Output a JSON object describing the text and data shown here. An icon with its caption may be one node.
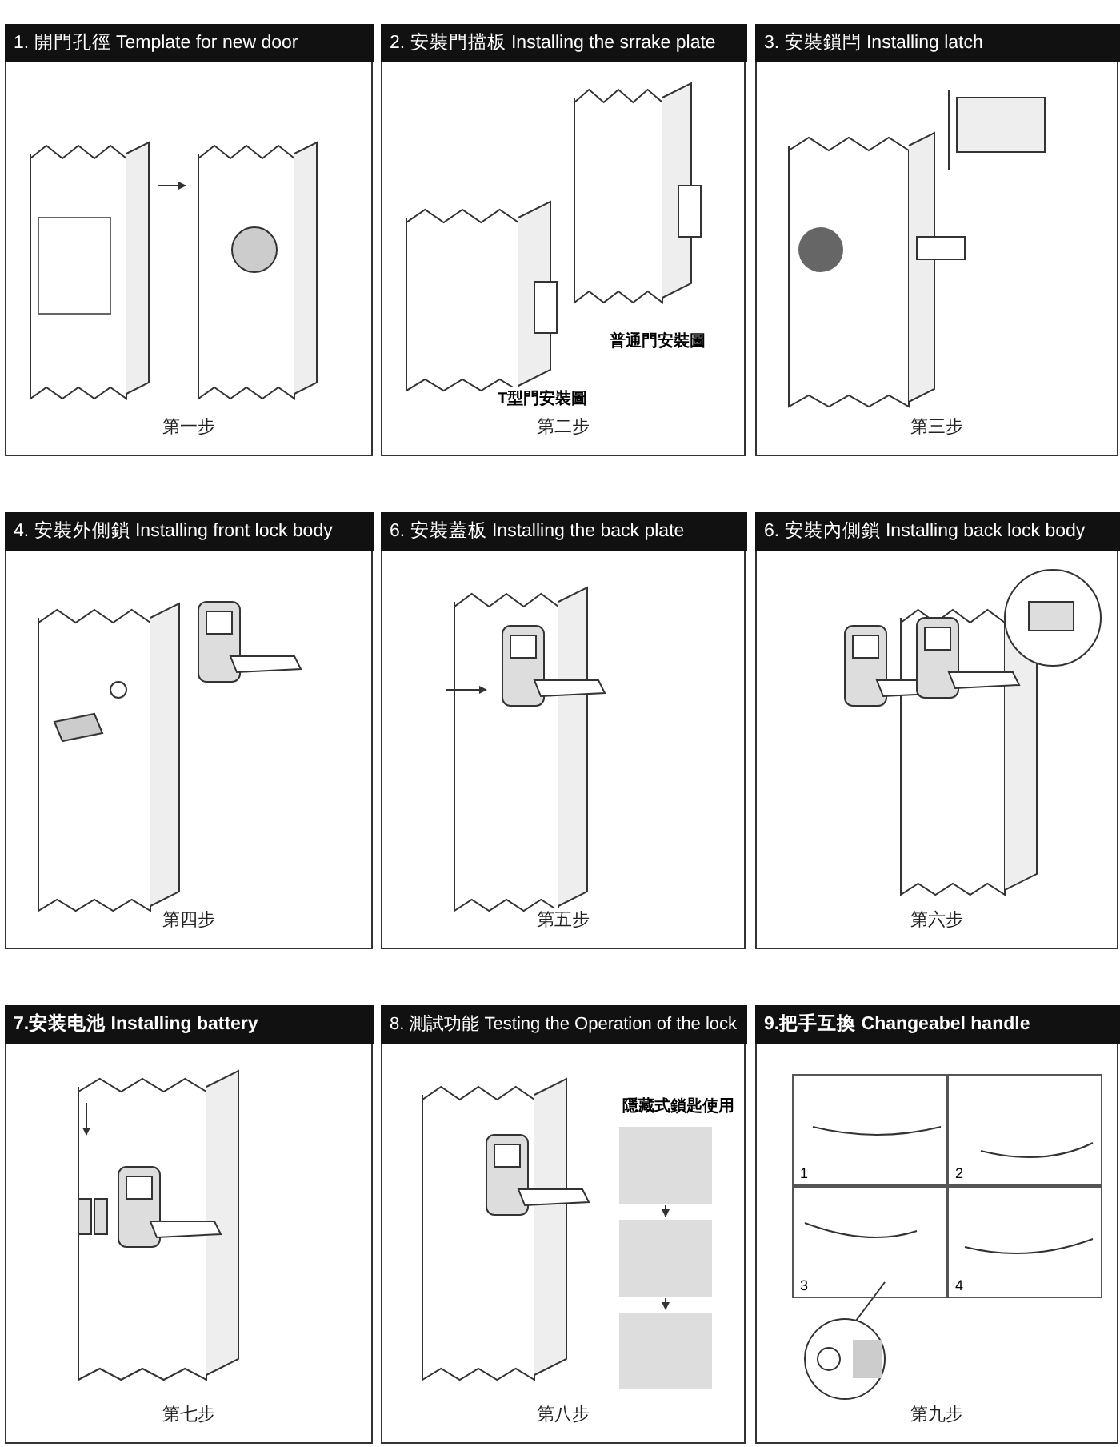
{
  "diagram": {
    "nodes": [
      {
        "text": [
          "1. 開門孔徑 Template for new door",
          "第一步"
        ]
      },
      {
        "text": [
          "2. 安裝門擋板 Installing the srrake plate",
          "第二步"
        ]
      },
      {
        "text": [
          "3. 安裝鎖閂 Installing latch",
          "第三步"
        ]
      },
      {
        "text": [
          "4. 安裝外側鎖 Installing front lock body",
          "第四步"
        ]
      },
      {
        "text": [
          "6. 安裝蓋板 Installing the back plate",
          "第五步"
        ]
      },
      {
        "text": [
          "6. 安裝內側鎖 Installing back lock body",
          "第六步"
        ]
      },
      {
        "text": [
          "7.安装电池 Installing battery",
          "第七步"
        ]
      },
      {
        "text": [
          "8. 測試功能 Testing the Operation of the lock",
          "第八步"
        ]
      },
      {
        "text": [
          "9.把手互換 Changeabel handle",
          "第九步"
        ]
      },
      {
        "text": [
          "1"
        ],
        "in": 8
      },
      {
        "text": [
          "2"
        ],
        "in": 8
      },
      {
        "text": [
          "3"
        ],
        "in": 8
      },
      {
        "text": [
          "4"
        ],
        "in": 8
      }
    ],
    "labels": [
      "普通門安裝圖",
      "T型門安裝圖",
      "隱藏式鎖匙使用"
    ]
  }
}
